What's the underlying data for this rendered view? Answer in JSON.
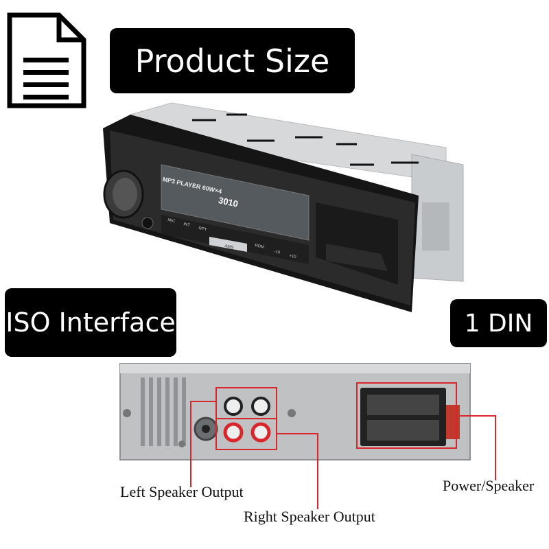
{
  "header": {
    "title": "Product Size"
  },
  "badges": {
    "iso": "ISO Interface",
    "din": "1 DIN"
  },
  "device": {
    "display_text": "MP3 PLAYER 60W×4",
    "model": "3010",
    "buttons": [
      "MIC",
      "INT",
      "RPT",
      "AMS",
      "RDM",
      "-10",
      "+10"
    ]
  },
  "callouts": {
    "left": "Left Speaker Output",
    "right": "Right Speaker Output",
    "power": "Power/Speaker"
  },
  "colors": {
    "callout": "#d9262c",
    "label_bg": "#000000"
  }
}
